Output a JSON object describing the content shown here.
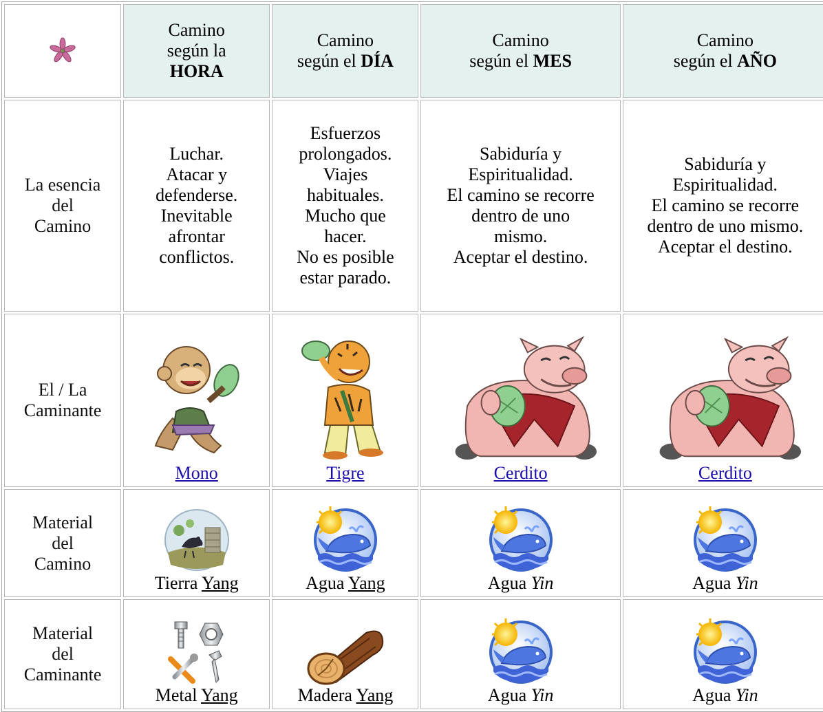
{
  "header": {
    "col1": {
      "line1": "Camino",
      "line2": "según la",
      "bold": "HORA"
    },
    "col2": {
      "line1": "Camino",
      "pre": "según el ",
      "bold": "DÍA"
    },
    "col3": {
      "line1": "Camino",
      "pre": "según el ",
      "bold": "MES"
    },
    "col4": {
      "line1": "Camino",
      "pre": "según el ",
      "bold": "AÑO"
    }
  },
  "rows": {
    "essence": {
      "label": [
        "La esencia",
        "del",
        "Camino"
      ],
      "hora": [
        "Luchar.",
        "Atacar y",
        "defenderse.",
        "Inevitable",
        "afrontar",
        "conflictos."
      ],
      "dia": [
        "Esfuerzos",
        "prolongados.",
        "Viajes",
        "habituales.",
        "Mucho que",
        "hacer.",
        "No es posible",
        "estar parado."
      ],
      "mes": [
        "Sabiduría y",
        "Espiritualidad.",
        "El camino se recorre",
        "dentro de uno",
        "mismo.",
        "Aceptar el destino."
      ],
      "ano": [
        "Sabiduría y",
        "Espiritualidad.",
        "El camino se recorre",
        "dentro de uno mismo.",
        "Aceptar el destino."
      ]
    },
    "walker": {
      "label": [
        "El / La",
        "Caminante"
      ],
      "hora": "Mono",
      "dia": "Tigre",
      "mes": "Cerdito",
      "ano": "Cerdito"
    },
    "path_material": {
      "label": [
        "Material",
        "del",
        "Camino"
      ],
      "hora": {
        "element": "Tierra",
        "polarity": "Yang"
      },
      "dia": {
        "element": "Agua",
        "polarity": "Yang"
      },
      "mes": {
        "element": "Agua",
        "polarity": "Yin"
      },
      "ano": {
        "element": "Agua",
        "polarity": "Yin"
      }
    },
    "walker_material": {
      "label": [
        "Material",
        "del",
        "Caminante"
      ],
      "hora": {
        "element": "Metal",
        "polarity": "Yang"
      },
      "dia": {
        "element": "Madera",
        "polarity": "Yang"
      },
      "mes": {
        "element": "Agua",
        "polarity": "Yin"
      },
      "ano": {
        "element": "Agua",
        "polarity": "Yin"
      }
    }
  },
  "icons": {
    "corner": "flower-icon",
    "monkey": "monkey-illustration",
    "tiger": "tiger-illustration",
    "pig": "pig-illustration",
    "earth": "earth-crow-icon",
    "water": "water-whale-sun-icon",
    "metal": "metal-tools-icon",
    "wood": "wood-log-icon"
  },
  "colors": {
    "header_bg": "#e4f1ef",
    "link": "#1a0dab",
    "border": "#b7b7b7"
  }
}
